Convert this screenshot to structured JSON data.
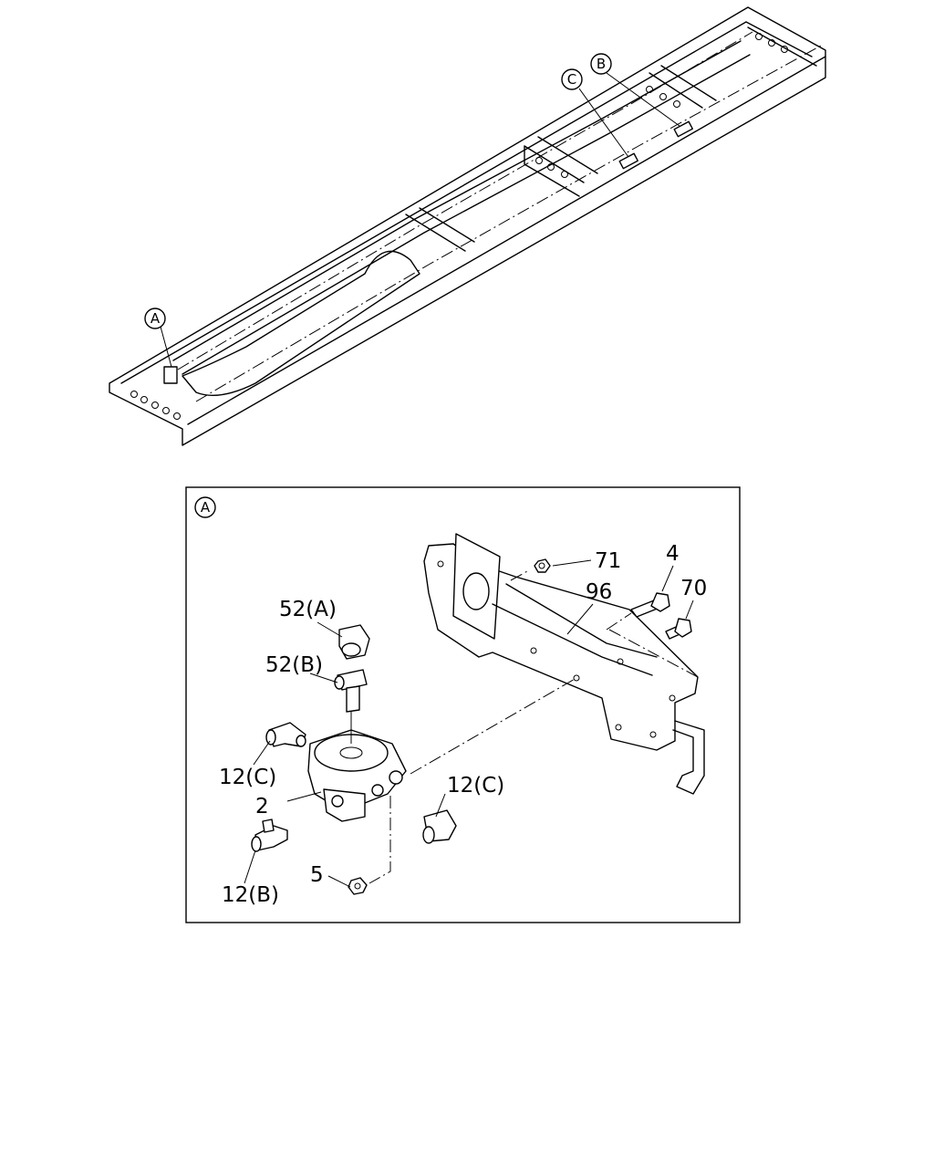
{
  "overview": {
    "callouts": [
      {
        "id": "A",
        "text": "A"
      },
      {
        "id": "B",
        "text": "B"
      },
      {
        "id": "C",
        "text": "C"
      }
    ]
  },
  "detail": {
    "frame_label": "A",
    "parts": [
      {
        "id": "p71",
        "text": "71"
      },
      {
        "id": "p4",
        "text": "4"
      },
      {
        "id": "p70",
        "text": "70"
      },
      {
        "id": "p96",
        "text": "96"
      },
      {
        "id": "p52a",
        "text": "52(A)"
      },
      {
        "id": "p52b",
        "text": "52(B)"
      },
      {
        "id": "p12c_left",
        "text": "12(C)"
      },
      {
        "id": "p12c_right",
        "text": "12(C)"
      },
      {
        "id": "p2",
        "text": "2"
      },
      {
        "id": "p5",
        "text": "5"
      },
      {
        "id": "p12b",
        "text": "12(B)"
      }
    ]
  }
}
